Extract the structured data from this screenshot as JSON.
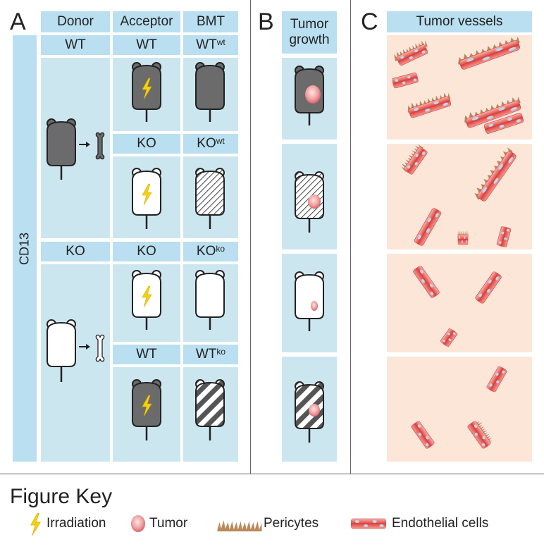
{
  "panels": {
    "a": "A",
    "b": "B",
    "c": "C"
  },
  "panel_a": {
    "headers": {
      "donor": "Donor",
      "acceptor": "Acceptor",
      "bmt": "BMT"
    },
    "side_label": "CD13",
    "rows": [
      {
        "donor": "WT",
        "acceptor": "WT",
        "bmt_base": "WT",
        "bmt_sup": "wt"
      },
      {
        "acceptor": "KO",
        "bmt_base": "KO",
        "bmt_sup": "wt"
      },
      {
        "donor": "KO",
        "acceptor": "KO",
        "bmt_base": "KO",
        "bmt_sup": "ko"
      },
      {
        "acceptor": "WT",
        "bmt_base": "WT",
        "bmt_sup": "ko"
      }
    ]
  },
  "panel_b": {
    "header_line1": "Tumor",
    "header_line2": "growth"
  },
  "panel_c": {
    "header": "Tumor vessels"
  },
  "key": {
    "title": "Figure Key",
    "items": {
      "irradiation": "Irradiation",
      "tumor": "Tumor",
      "pericytes": "Pericytes",
      "endothelial": "Endothelial cells"
    }
  },
  "colors": {
    "header_blue": "#b9dff0",
    "panel_blue": "#cce6f0",
    "peach": "#fbe6d8",
    "mouse_gray": "#6b6b6b",
    "vessel_red": "#e8636a",
    "pericyte_brown": "#b98a5c",
    "bolt_yellow": "#f5d20a"
  }
}
